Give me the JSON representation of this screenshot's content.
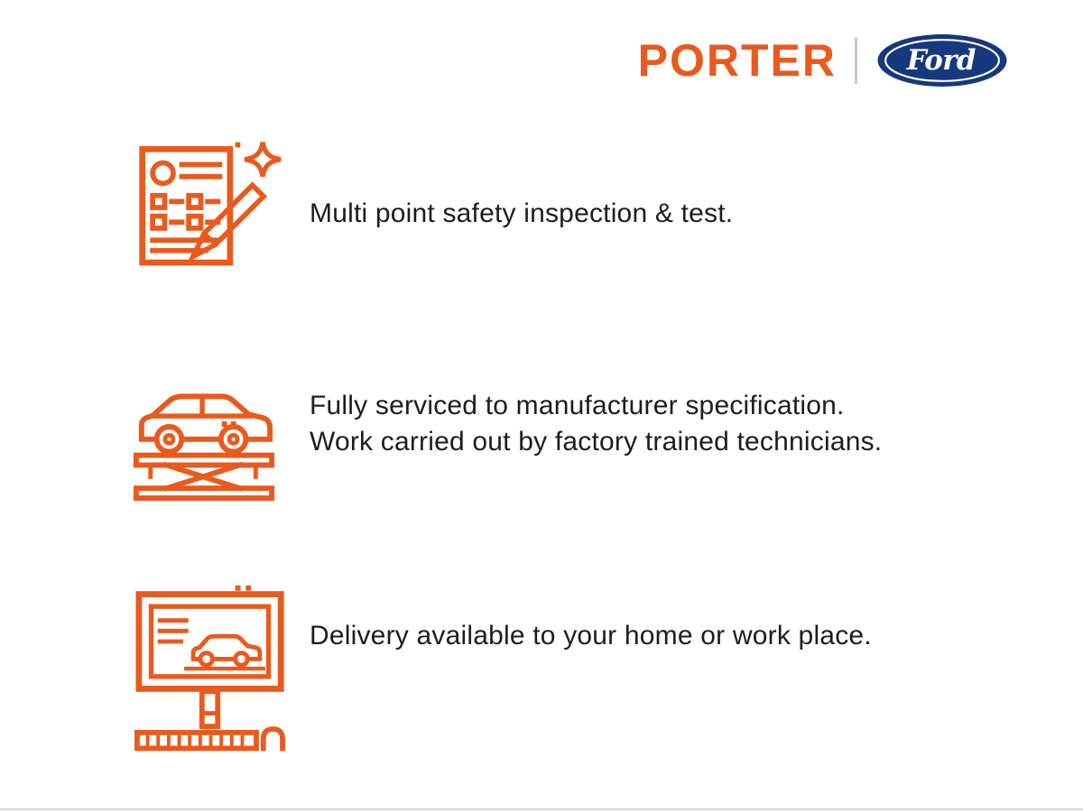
{
  "header": {
    "brand": "PORTER",
    "ford": "Ford"
  },
  "features": [
    {
      "icon": "inspection-checklist-icon",
      "lines": [
        "Multi point safety inspection & test."
      ]
    },
    {
      "icon": "car-on-lift-icon",
      "lines": [
        "Fully serviced to manufacturer specification.",
        "Work carried out by factory trained technicians."
      ]
    },
    {
      "icon": "delivery-computer-icon",
      "lines": [
        "Delivery available to your home or work place."
      ]
    }
  ],
  "colors": {
    "accent_orange": "#E95A1E",
    "ford_blue": "#17387C",
    "text": "#1D1D1D",
    "divider_gray": "#C9C9C9"
  }
}
